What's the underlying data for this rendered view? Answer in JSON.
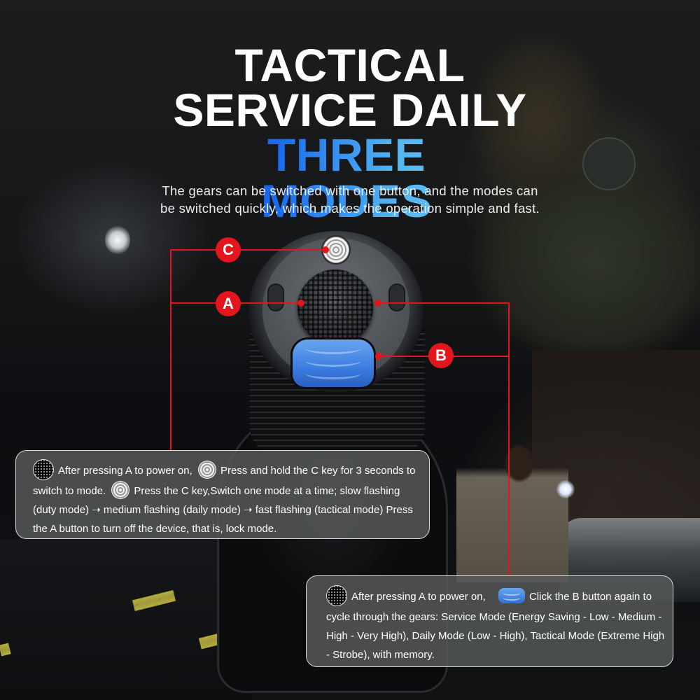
{
  "headline": {
    "line1": "TACTICAL",
    "line2": "SERVICE DAILY",
    "line3": "THREE MODES"
  },
  "subtitle": {
    "line1": "The gears can be switched with one button, and the modes can",
    "line2": "be switched quickly, which makes the operation simple and fast."
  },
  "callouts": {
    "c": "C",
    "a": "A",
    "b": "B"
  },
  "panel_left": {
    "icon1": "grip-button-a-icon",
    "text1": "After pressing A to power on,",
    "icon2": "button-c-icon",
    "text2": "Press and hold the C key for 3 seconds to switch to mode.",
    "icon3": "button-c-icon",
    "text3": "Press the C key,Switch one mode at a time; slow flashing (duty mode) ➝ medium flashing (daily mode) ➝ fast flashing (tactical mode) Press the A button to turn off the device, that is, lock mode."
  },
  "panel_right": {
    "icon1": "grip-button-a-icon",
    "text1": "After pressing A to power on,",
    "icon2": "button-b-icon",
    "text2": "Click the B button again to cycle through the gears: Service Mode (Energy Saving - Low - Medium - High - Very High), Daily Mode (Low - High), Tactical Mode (Extreme High - Strobe), with memory."
  },
  "colors": {
    "accent_red": "#e3151d",
    "blue_start": "#0a55f0",
    "blue_end": "#6fd0f5",
    "button_b_blue": "#3b7de0",
    "panel_bg": "#585a5c"
  }
}
